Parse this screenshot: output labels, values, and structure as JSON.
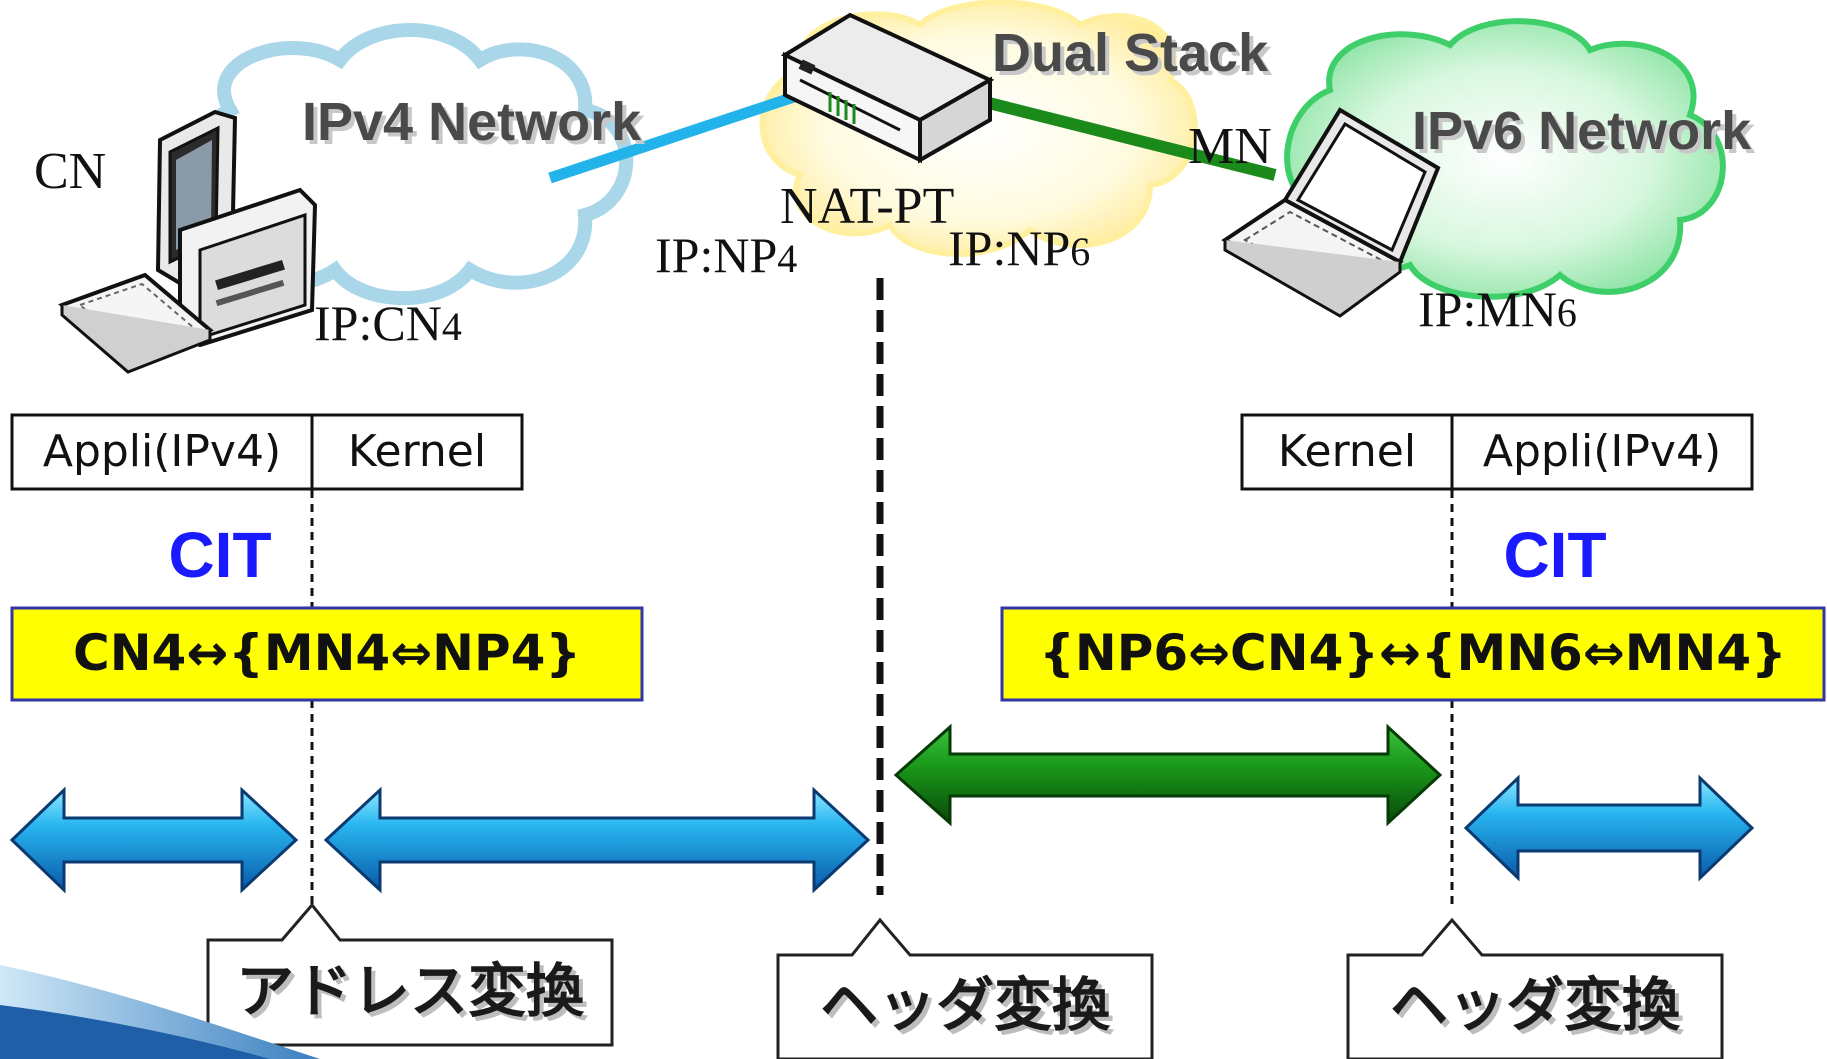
{
  "clouds": {
    "ipv4": "IPv4 Network",
    "dual": "Dual Stack",
    "ipv6": "IPv6 Network"
  },
  "nodes": {
    "cn": {
      "name": "CN",
      "ip": "IP:CN",
      "ip_sub": "4"
    },
    "natpt": {
      "name": "NAT-PT",
      "ip4": "IP:NP",
      "ip4_sub": "4",
      "ip6": "IP:NP",
      "ip6_sub": "6"
    },
    "mn": {
      "name": "MN",
      "ip": "IP:MN",
      "ip_sub": "6"
    }
  },
  "stacks": {
    "left": [
      "Appli(IPv4)",
      "Kernel"
    ],
    "right": [
      "Kernel",
      "Appli(IPv4)"
    ]
  },
  "cit": {
    "left": "CIT",
    "right": "CIT",
    "color": "#1a1aff"
  },
  "mappings": {
    "left": "CN4↔{MN4⇔NP4}",
    "right": "{NP6⇔CN4}↔{MN6⇔MN4}"
  },
  "callouts": {
    "left": "アドレス変換",
    "center": "ヘッダ変換",
    "right": "ヘッダ変換"
  },
  "colors": {
    "ipv4_link": "#21b3ea",
    "ipv6_link": "#1b8a1b",
    "mapping_fill": "#ffff00",
    "mapping_border": "#3333aa",
    "blue_arrow": "#1e9be0",
    "green_arrow": "#178a17",
    "ipv4_cloud": "#b8dce8",
    "dual_cloud": "#fff0a0",
    "ipv6_cloud": "#7fe09a"
  }
}
